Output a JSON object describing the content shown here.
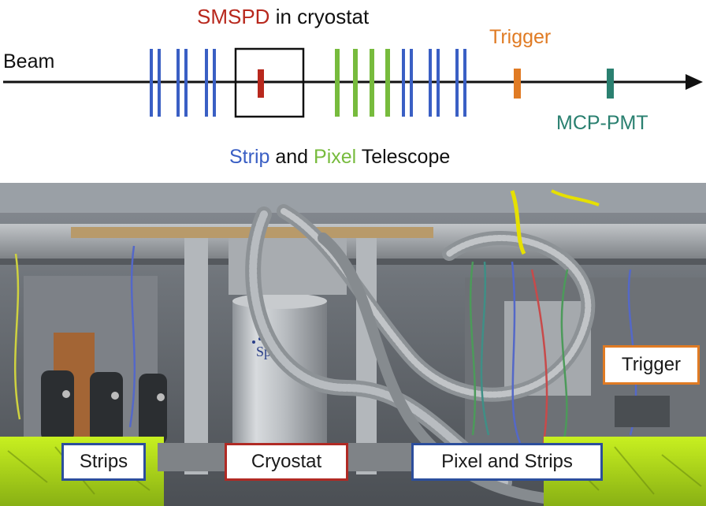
{
  "colors": {
    "strip": "#3a5fc4",
    "pixel": "#77bb3d",
    "smspd": "#b8281d",
    "trigger": "#e07b24",
    "mcp": "#2a8070",
    "beam": "#111111"
  },
  "schematic": {
    "beam_label": "Beam",
    "smspd_label": "SMSPD in cryostat",
    "trigger_label": "Trigger",
    "mcp_label": "MCP-PMT",
    "telescope_caption": {
      "strip": "Strip",
      "and": " and ",
      "pixel": "Pixel",
      "telescope": " Telescope"
    }
  },
  "photo_labels": {
    "strips": "Strips",
    "cryostat": "Cryostat",
    "pixel_strips": "Pixel and Strips",
    "trigger": "Trigger",
    "spot_logo": "Spot"
  }
}
